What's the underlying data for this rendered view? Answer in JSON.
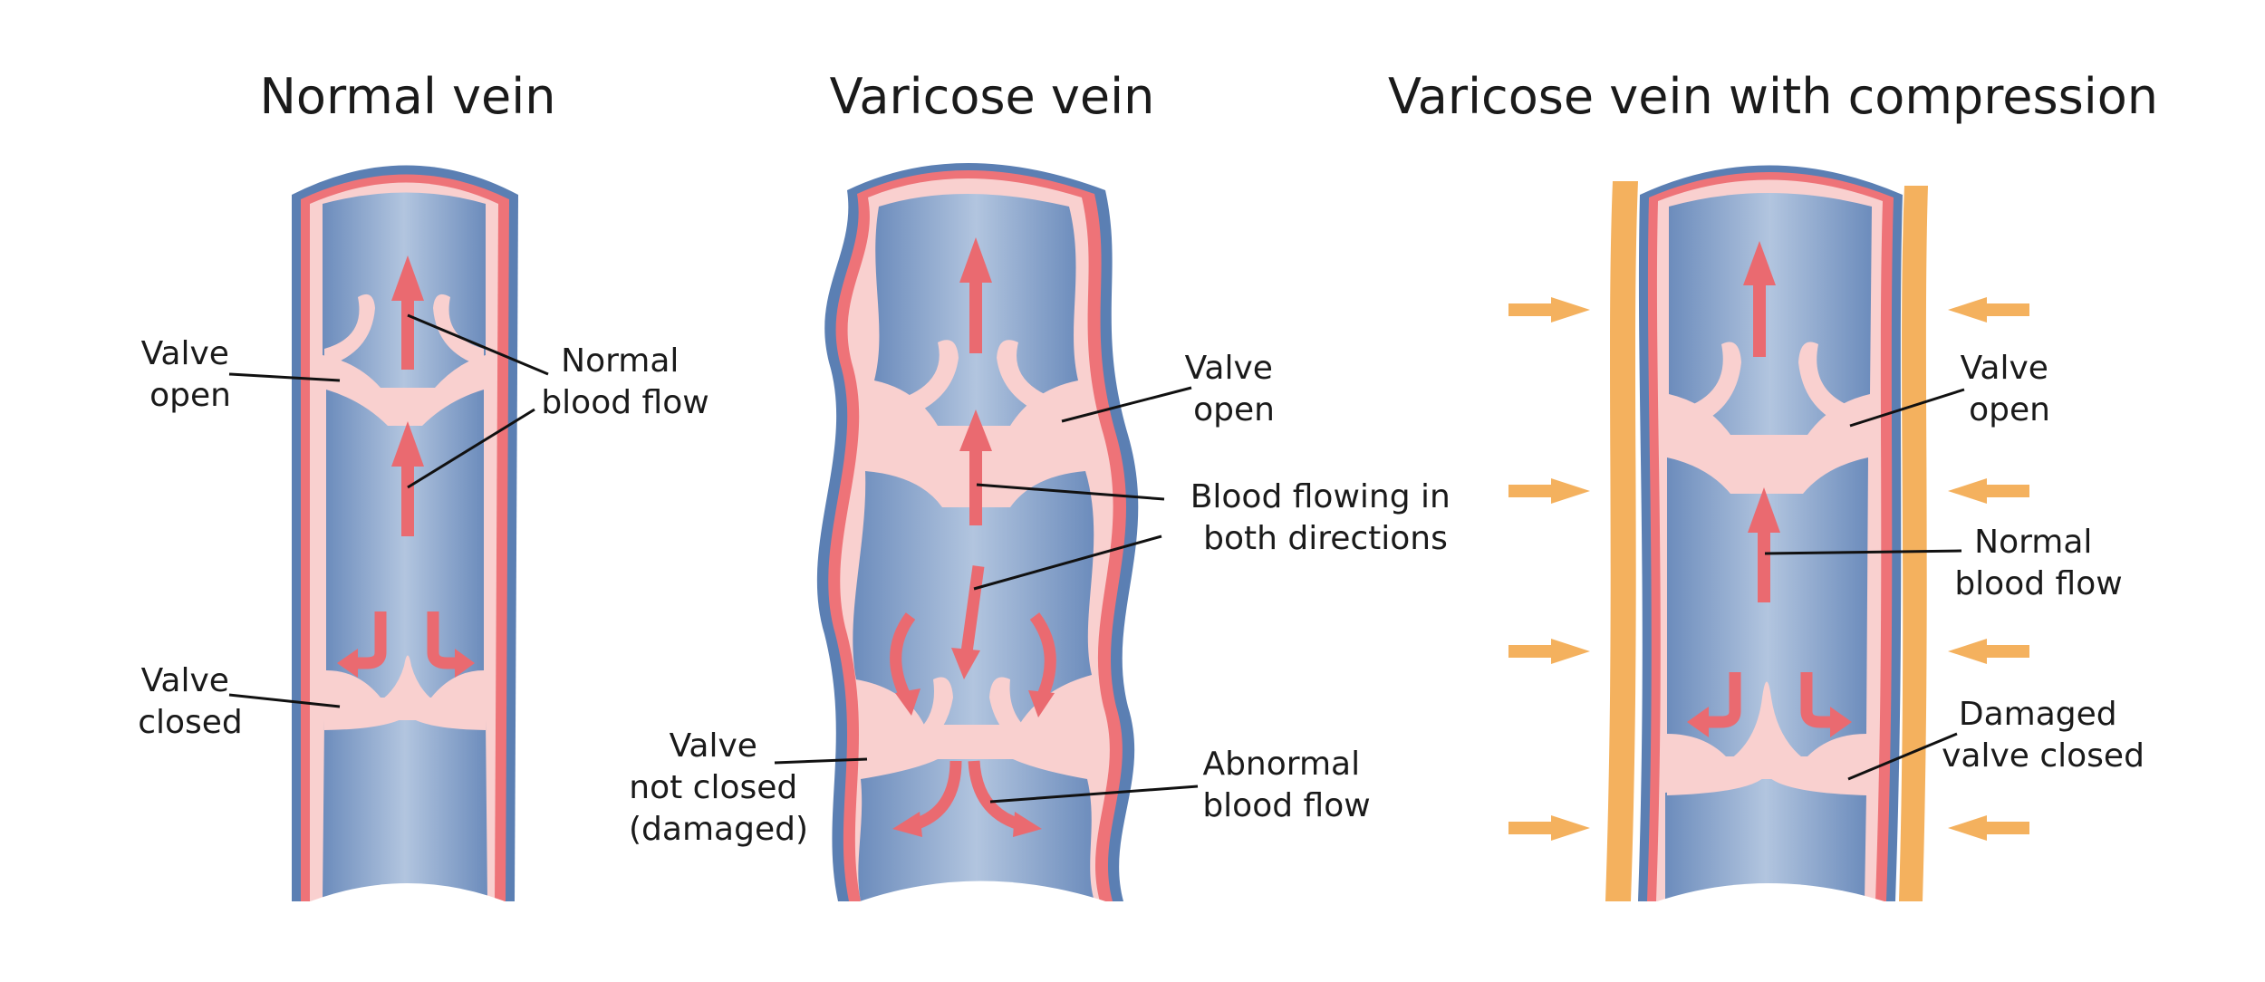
{
  "colors": {
    "vein_outer": "#5b7fb3",
    "wall_red": "#ee7378",
    "wall_pink": "#f9d0cf",
    "lumen_light": "#b2c5df",
    "lumen_dark": "#6c8cbc",
    "arrow_red": "#ea6a70",
    "compression_orange": "#f4b15e"
  },
  "panels": [
    {
      "title": "Normal vein",
      "labels": {
        "valve_open": [
          "Valve",
          "open"
        ],
        "blood_flow": [
          "Normal",
          "blood flow"
        ],
        "valve_closed": [
          "Valve",
          "closed"
        ]
      }
    },
    {
      "title": "Varicose vein",
      "labels": {
        "valve_open": [
          "Valve",
          "open"
        ],
        "both_directions": [
          "Blood flowing in",
          "both directions"
        ],
        "valve_not_closed": [
          "Valve",
          "not closed",
          "(damaged)"
        ],
        "abnormal_flow": [
          "Abnormal",
          "blood flow"
        ]
      }
    },
    {
      "title": "Varicose vein with compression",
      "labels": {
        "valve_open": [
          "Valve",
          "open"
        ],
        "blood_flow": [
          "Normal",
          "blood flow"
        ],
        "damaged_closed": [
          "Damaged",
          "valve closed"
        ]
      }
    }
  ]
}
